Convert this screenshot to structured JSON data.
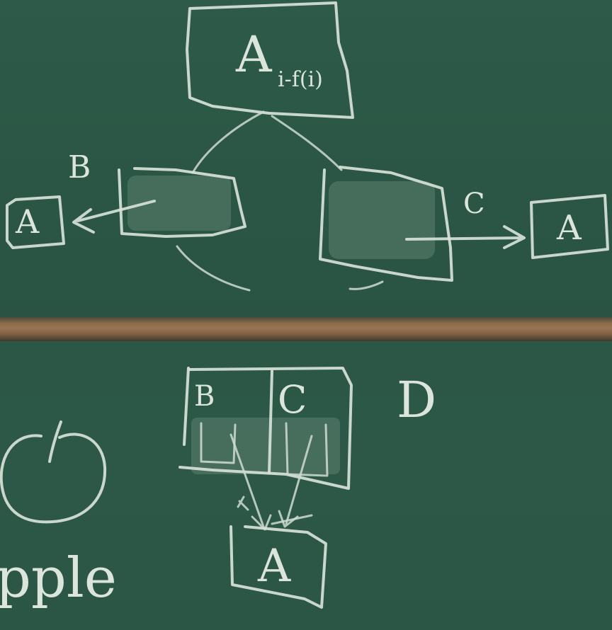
{
  "scene": {
    "subject": "chalkboard",
    "colors": {
      "board": "#2c5646",
      "chalk": "#d7e2d9",
      "rail": "#8b6a4a"
    }
  },
  "top_diagram": {
    "root_label": "A",
    "root_subscript": "i-f(i)",
    "left_child_label": "B",
    "right_child_label": "C",
    "left_target_label": "A",
    "right_target_label": "A"
  },
  "bottom_diagram": {
    "block_left_label": "B",
    "block_right_label": "C",
    "side_label": "D",
    "target_label": "A",
    "word": "pple"
  }
}
